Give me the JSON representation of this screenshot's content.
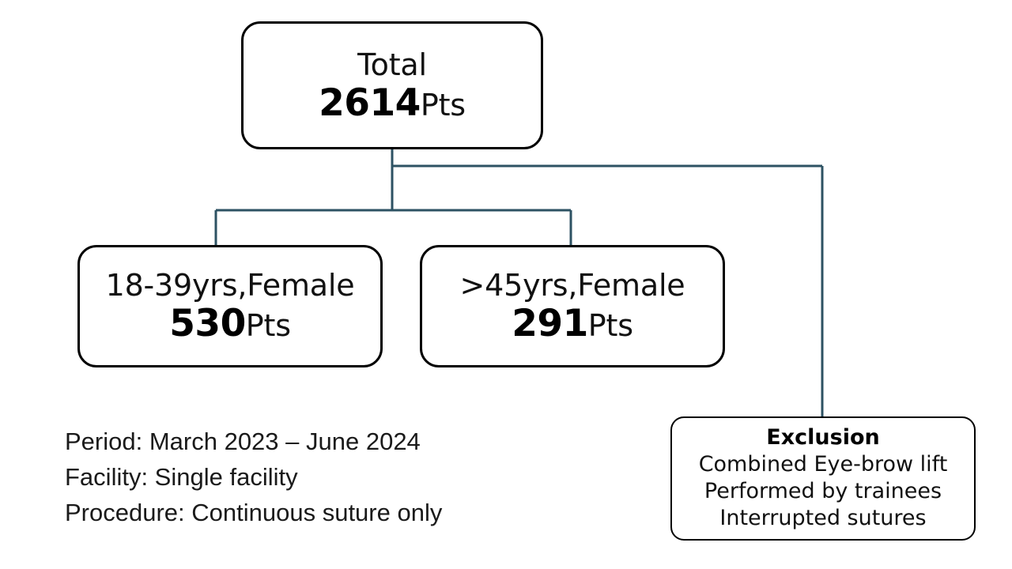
{
  "diagram": {
    "type": "flowchart",
    "background_color": "#ffffff",
    "box_border_color": "#000000",
    "connector_color": "#2d5263",
    "nodes": {
      "total": {
        "title": "Total",
        "count": "2614",
        "unit": "Pts"
      },
      "young_female": {
        "title": "18-39yrs,Female",
        "count": "530",
        "unit": "Pts"
      },
      "older_female": {
        "title": ">45yrs,Female",
        "count": "291",
        "unit": "Pts"
      },
      "exclusion": {
        "title": "Exclusion",
        "criteria": [
          "Combined Eye-brow lift",
          "Performed by trainees",
          "Interrupted sutures"
        ]
      }
    }
  },
  "study_meta": {
    "period": "Period: March 2023 – June 2024",
    "facility": "Facility: Single facility",
    "procedure": "Procedure: Continuous suture only"
  }
}
